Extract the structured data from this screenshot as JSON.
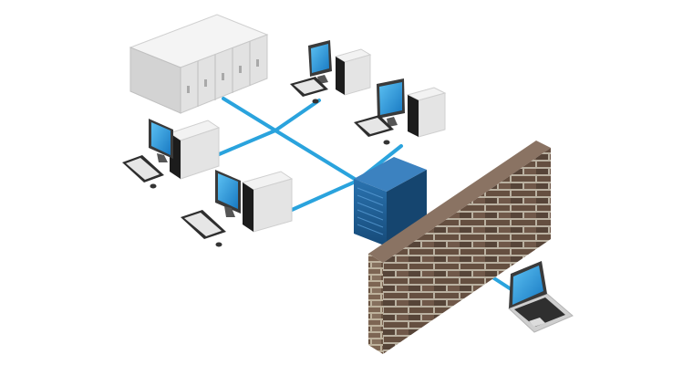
{
  "diagram": {
    "nodes": [
      {
        "id": "server-rack",
        "kind": "server-rack",
        "icon": "server-rack-icon"
      },
      {
        "id": "workstation-top",
        "kind": "desktop-workstation",
        "icon": "desktop-computer-icon"
      },
      {
        "id": "workstation-right",
        "kind": "desktop-workstation",
        "icon": "desktop-computer-icon"
      },
      {
        "id": "workstation-left",
        "kind": "desktop-workstation",
        "icon": "desktop-computer-icon"
      },
      {
        "id": "workstation-bottom",
        "kind": "desktop-workstation",
        "icon": "desktop-computer-icon"
      },
      {
        "id": "network-server",
        "kind": "tower-server",
        "icon": "blue-server-icon"
      },
      {
        "id": "firewall",
        "kind": "brick-wall",
        "icon": "firewall-icon"
      },
      {
        "id": "remote-laptop",
        "kind": "laptop",
        "icon": "laptop-icon"
      }
    ],
    "links": [
      {
        "from": "server-rack",
        "to": "hub"
      },
      {
        "from": "workstation-top",
        "to": "hub"
      },
      {
        "from": "workstation-left",
        "to": "hub"
      },
      {
        "from": "hub",
        "to": "network-server"
      },
      {
        "from": "workstation-right",
        "to": "network-server"
      },
      {
        "from": "workstation-bottom",
        "to": "network-server"
      },
      {
        "from": "firewall",
        "to": "remote-laptop"
      }
    ]
  },
  "colors": {
    "cable": "#2aa3dd",
    "screen": "#1e8fd6",
    "case_light": "#eeeeee",
    "case_mid": "#d6d6d6",
    "case_dark": "#bdbdbd",
    "server_blue": "#1f5f96",
    "brick": "#6e5646",
    "mortar": "#c9bfae"
  }
}
